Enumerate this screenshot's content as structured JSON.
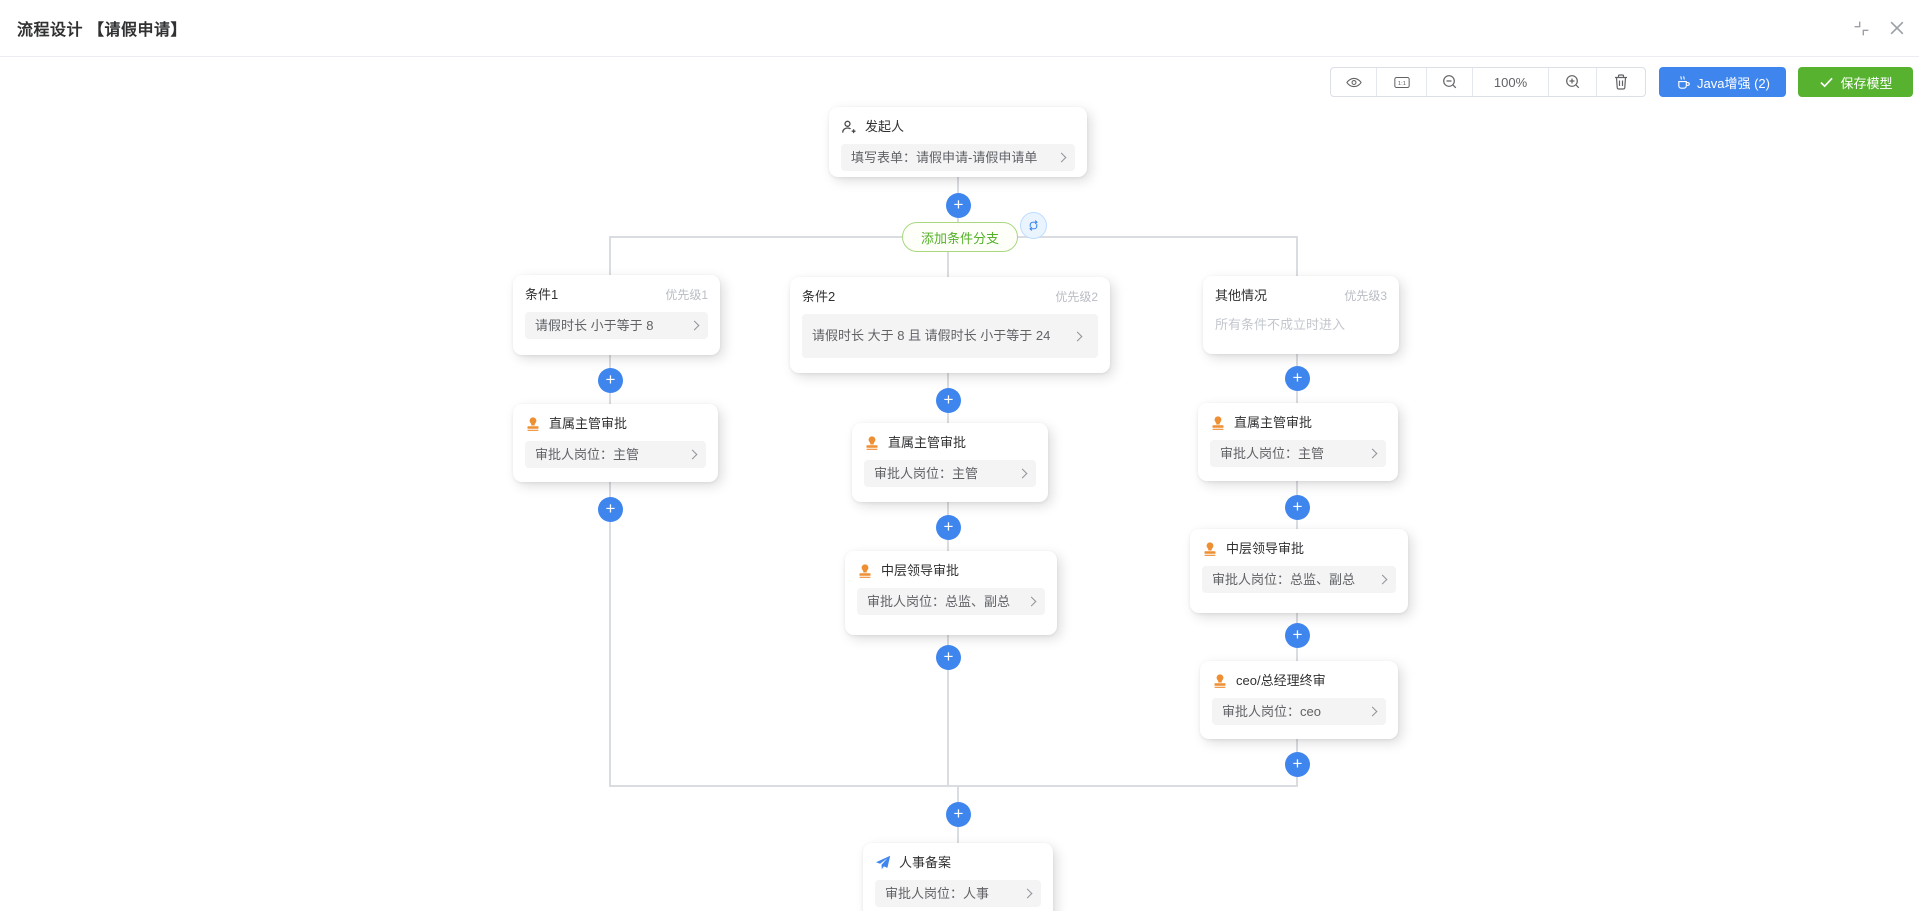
{
  "header": {
    "title": "流程设计 【请假申请】"
  },
  "toolbar": {
    "zoom_level": "100%",
    "java_label": "Java增强 (2)",
    "save_label": "保存模型"
  },
  "flow": {
    "add_branch_label": "添加条件分支",
    "start": {
      "title": "发起人",
      "body": "填写表单：请假申请-请假申请单"
    },
    "conditions": [
      {
        "title": "条件1",
        "priority": "优先级1",
        "body": "请假时长 小于等于 8"
      },
      {
        "title": "条件2",
        "priority": "优先级2",
        "body": "请假时长 大于 8 且 请假时长 小于等于 24"
      },
      {
        "title": "其他情况",
        "priority": "优先级3",
        "body": "所有条件不成立时进入"
      }
    ],
    "approvals": {
      "left1": {
        "title": "直属主管审批",
        "body": "审批人岗位：主管"
      },
      "mid1": {
        "title": "直属主管审批",
        "body": "审批人岗位：主管"
      },
      "mid2": {
        "title": "中层领导审批",
        "body": "审批人岗位：总监、副总"
      },
      "right1": {
        "title": "直属主管审批",
        "body": "审批人岗位：主管"
      },
      "right2": {
        "title": "中层领导审批",
        "body": "审批人岗位：总监、副总"
      },
      "right3": {
        "title": "ceo/总经理终审",
        "body": "审批人岗位：ceo"
      }
    },
    "end": {
      "title": "人事备案",
      "body": "审批人岗位：人事"
    }
  },
  "icons": {
    "start": "user-add-icon",
    "approval": "stamp-icon",
    "end": "paper-plane-icon",
    "toolbar": [
      "eye-icon",
      "one-to-one-icon",
      "zoom-out-icon",
      "zoom-in-icon",
      "trash-icon"
    ],
    "window": [
      "compress-icon",
      "close-icon"
    ]
  },
  "colors": {
    "accent_blue": "#3e86ee",
    "success_green": "#57b32f",
    "branch_green": "#54b12a",
    "stamp_orange": "#ee8f33",
    "line_gray": "#d9dce0"
  }
}
